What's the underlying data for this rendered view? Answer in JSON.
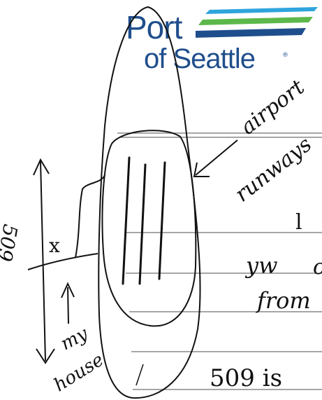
{
  "logo": {
    "line1": "Port",
    "line2": "of Seattle",
    "registered": "®",
    "colors": {
      "text": "#1f4e8c",
      "stripe_blue": "#2fa4dc",
      "stripe_green": "#5cb84a",
      "stripe_navy": "#1f4e8c"
    }
  },
  "annotations": {
    "airport_label": "airport",
    "runways_label": "runways",
    "route_number": "509",
    "x_mark": "x",
    "my_label": "my",
    "house_label": "house"
  },
  "form_fragments": {
    "line_1": "l",
    "line_2a": "yw",
    "line_2b": "c",
    "line_3": "from",
    "line_4": "509 is"
  },
  "colors": {
    "ink": "#111111",
    "rule_line": "#888888"
  }
}
